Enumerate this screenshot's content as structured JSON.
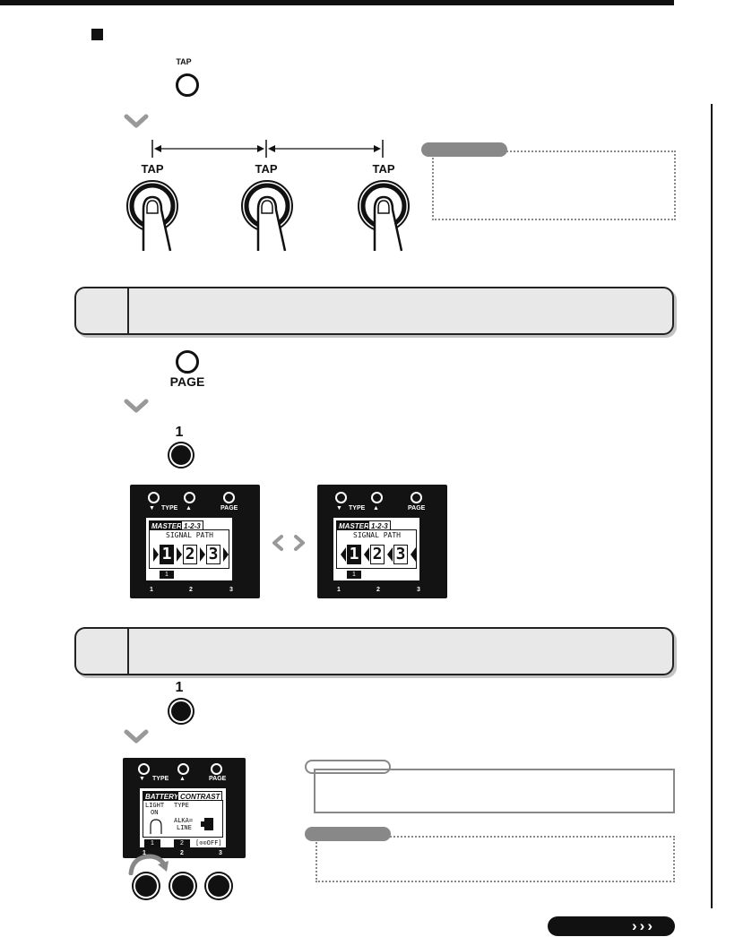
{
  "step_bars": [
    {
      "number": "",
      "text": ""
    },
    {
      "number": "",
      "text": ""
    }
  ],
  "buttons": {
    "tap_small": "TAP",
    "tap_1": "TAP",
    "tap_2": "TAP",
    "tap_3": "TAP",
    "page": "PAGE",
    "step1_number": "1",
    "step2_number": "1"
  },
  "device_panels": [
    {
      "labels": {
        "down": "▼",
        "type": "TYPE",
        "up": "▲",
        "page": "PAGE"
      },
      "tabs": [
        "MASTER",
        "1-2-3"
      ],
      "heading": "SIGNAL PATH",
      "digits": [
        "1",
        "2",
        "3"
      ],
      "indicator": "1",
      "foot": [
        "1",
        "2",
        "3"
      ]
    },
    {
      "labels": {
        "down": "▼",
        "type": "TYPE",
        "up": "▲",
        "page": "PAGE"
      },
      "tabs": [
        "MASTER",
        "1-2-3"
      ],
      "heading": "SIGNAL PATH",
      "digits": [
        "1",
        "2",
        "3"
      ],
      "indicator": "1",
      "foot": [
        "1",
        "2",
        "3"
      ]
    },
    {
      "labels": {
        "down": "▼",
        "type": "TYPE",
        "up": "▲",
        "page": "PAGE"
      },
      "tabs": [
        "BATTERY",
        "CONTRAST"
      ],
      "col1": [
        "LIGHT",
        "ON"
      ],
      "col2": [
        "TYPE",
        "ALKA=",
        "LINE"
      ],
      "bottom": [
        "1",
        "2",
        "[⊙⊙OFF]"
      ],
      "foot": [
        "1",
        "2",
        "3"
      ]
    }
  ],
  "next_arrow": "›››",
  "colors": {
    "ink": "#111111",
    "bar_fill": "#e8e8e8",
    "note_gray": "#888888"
  }
}
